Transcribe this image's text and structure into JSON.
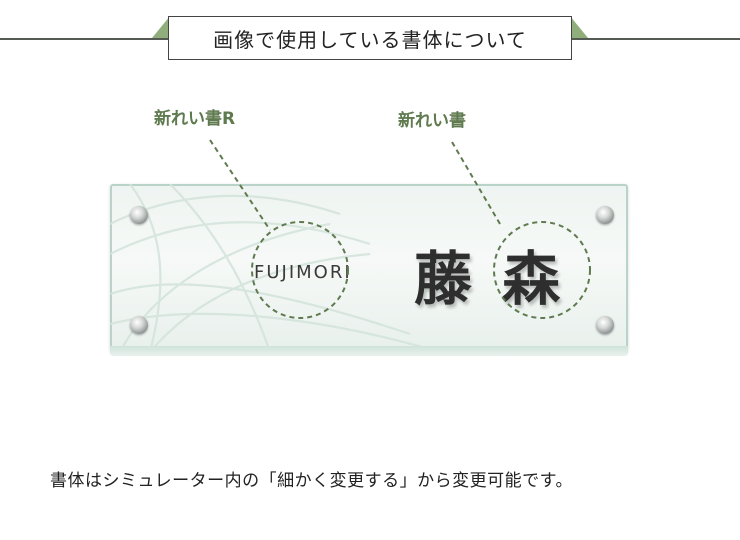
{
  "header": {
    "title": "画像で使用している書体について"
  },
  "font_labels": {
    "left": "新れい書R",
    "right": "新れい書"
  },
  "plate": {
    "name_romaji": "FUJIMORI",
    "kanji_1": "藤",
    "kanji_2": "森"
  },
  "footer": {
    "note": "書体はシミュレーター内の「細かく変更する」から変更可能です。"
  },
  "colors": {
    "accent_green": "#5f7a4f",
    "tab_green": "#8fae7c",
    "glass": "#eef4f1"
  }
}
